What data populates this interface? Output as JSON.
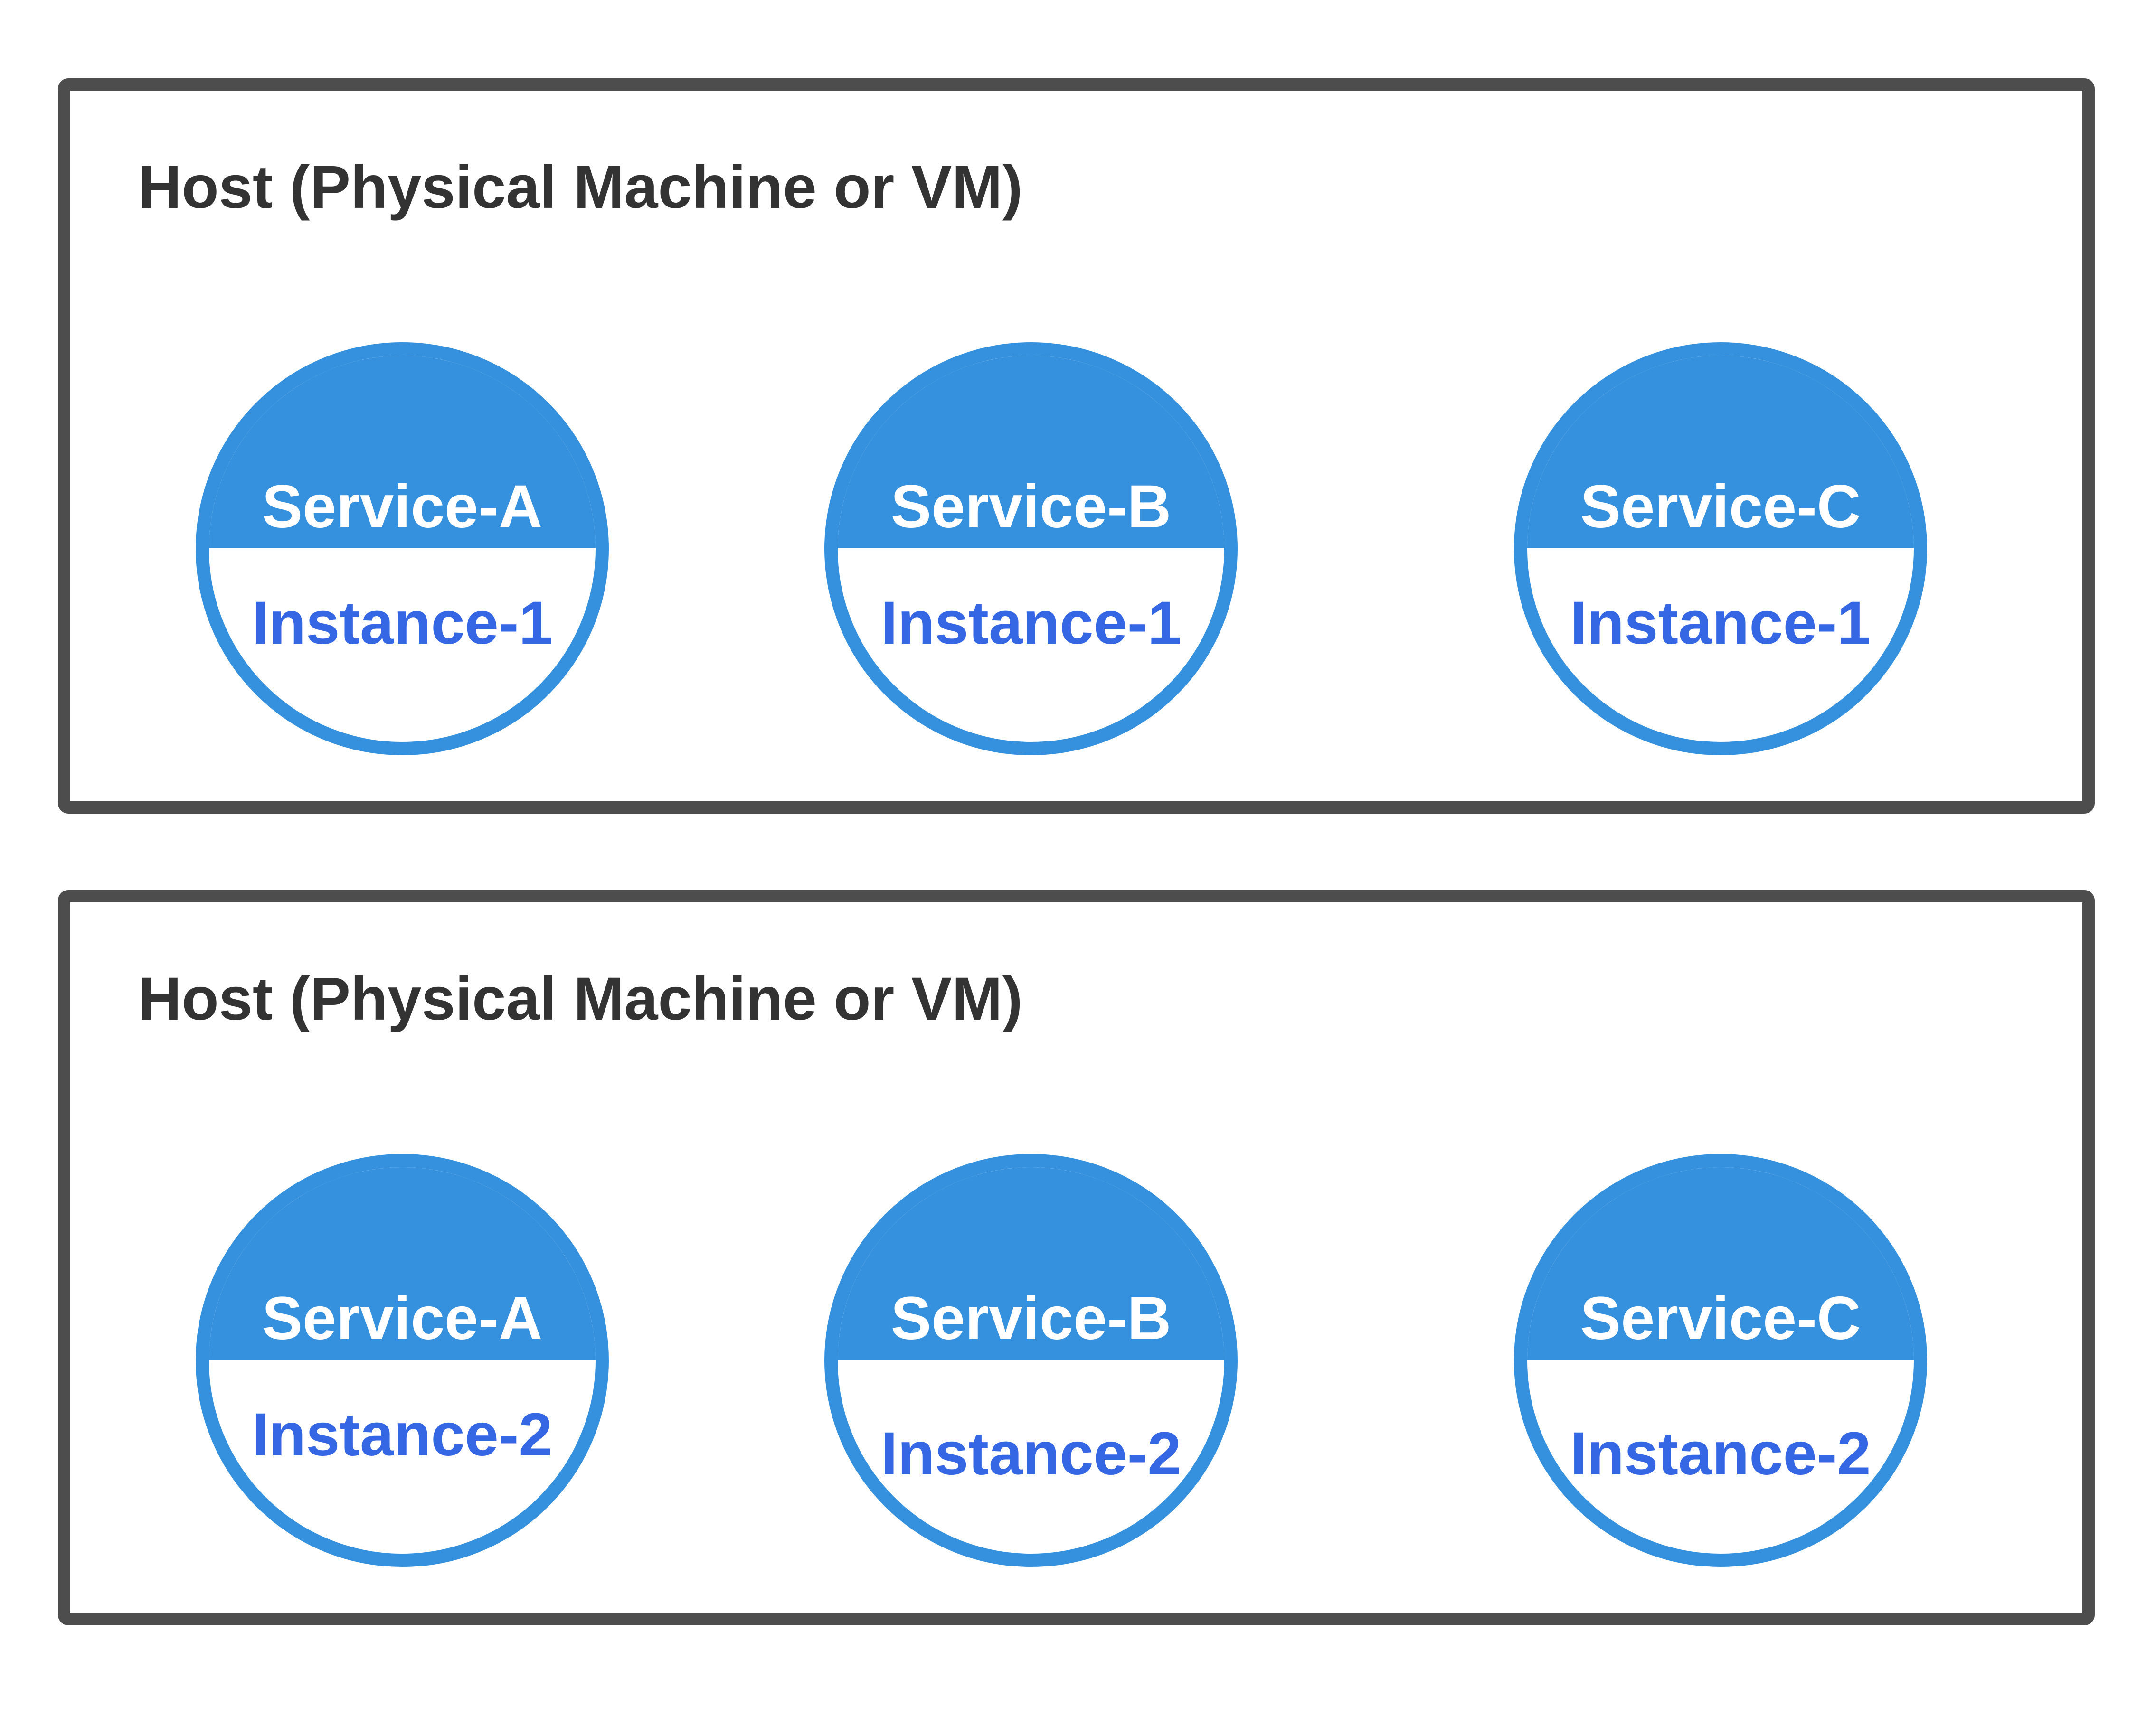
{
  "hosts": [
    {
      "title": "Host (Physical Machine or VM)",
      "services": [
        {
          "name": "Service-A",
          "instance": "Instance-1"
        },
        {
          "name": "Service-B",
          "instance": "Instance-1"
        },
        {
          "name": "Service-C",
          "instance": "Instance-1"
        }
      ]
    },
    {
      "title": "Host (Physical Machine or VM)",
      "services": [
        {
          "name": "Service-A",
          "instance": "Instance-2"
        },
        {
          "name": "Service-B",
          "instance": "Instance-2"
        },
        {
          "name": "Service-C",
          "instance": "Instance-2"
        }
      ]
    }
  ],
  "colors": {
    "host_border": "#4d4d4d",
    "host_title": "#333333",
    "service_fill": "#3591de",
    "service_name": "#ffffff",
    "instance_text": "#3566e3"
  }
}
